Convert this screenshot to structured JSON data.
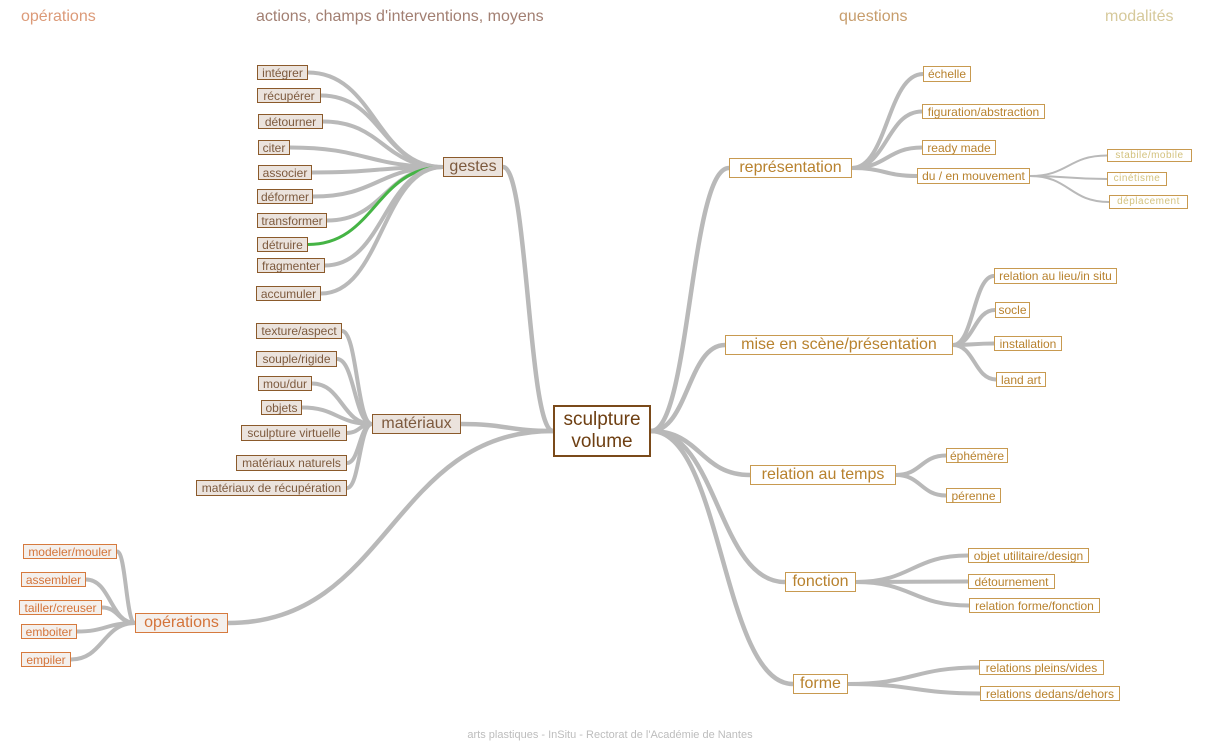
{
  "headers": {
    "operations": "opérations",
    "actions": "actions, champs d'interventions, moyens",
    "questions": "questions",
    "modalites": "modalités"
  },
  "colors": {
    "edge": "#b9b9b9",
    "highlight_edge": "#45b445"
  },
  "center": {
    "line1": "sculpture",
    "line2": "volume"
  },
  "branches": [
    {
      "label": "gestes",
      "group": "actions",
      "side": "left",
      "children": [
        {
          "label": "intégrer"
        },
        {
          "label": "récupérer"
        },
        {
          "label": "détourner"
        },
        {
          "label": "citer"
        },
        {
          "label": "associer"
        },
        {
          "label": "déformer"
        },
        {
          "label": "transformer"
        },
        {
          "label": "détruire",
          "highlighted": true
        },
        {
          "label": "fragmenter"
        },
        {
          "label": "accumuler"
        }
      ]
    },
    {
      "label": "matériaux",
      "group": "actions",
      "side": "left",
      "children": [
        {
          "label": "texture/aspect"
        },
        {
          "label": "souple/rigide"
        },
        {
          "label": "mou/dur"
        },
        {
          "label": "objets"
        },
        {
          "label": "sculpture virtuelle"
        },
        {
          "label": "matériaux naturels"
        },
        {
          "label": "matériaux de récupération"
        }
      ]
    },
    {
      "label": "opérations",
      "group": "operations",
      "side": "left",
      "children": [
        {
          "label": "modeler/mouler"
        },
        {
          "label": "assembler"
        },
        {
          "label": "tailler/creuser"
        },
        {
          "label": "emboiter"
        },
        {
          "label": "empiler"
        }
      ]
    },
    {
      "label": "représentation",
      "group": "questions",
      "side": "right",
      "children": [
        {
          "label": "échelle"
        },
        {
          "label": "figuration/abstraction"
        },
        {
          "label": "ready made"
        },
        {
          "label": "du / en mouvement",
          "children": [
            {
              "label": "stabile/mobile"
            },
            {
              "label": "cinétisme"
            },
            {
              "label": "déplacement"
            }
          ]
        }
      ]
    },
    {
      "label": "mise en scène/présentation",
      "group": "questions",
      "side": "right",
      "children": [
        {
          "label": "relation au lieu/in situ"
        },
        {
          "label": "socle"
        },
        {
          "label": "installation"
        },
        {
          "label": "land art"
        }
      ]
    },
    {
      "label": "relation au temps",
      "group": "questions",
      "side": "right",
      "children": [
        {
          "label": "éphémère"
        },
        {
          "label": "pérenne"
        }
      ]
    },
    {
      "label": "fonction",
      "group": "questions",
      "side": "right",
      "children": [
        {
          "label": "objet utilitaire/design"
        },
        {
          "label": "détournement"
        },
        {
          "label": "relation forme/fonction"
        }
      ]
    },
    {
      "label": "forme",
      "group": "questions",
      "side": "right",
      "children": [
        {
          "label": "relations pleins/vides"
        },
        {
          "label": "relations dedans/dehors"
        }
      ]
    }
  ],
  "footer": "arts plastiques - InSitu - Rectorat de l'Académie de Nantes"
}
